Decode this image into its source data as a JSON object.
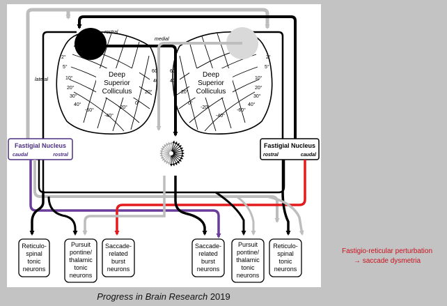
{
  "figure": {
    "left_colliculus": {
      "title_lines": [
        "Deep",
        "Superior",
        "Colliculus"
      ],
      "label_rostral": "rostral",
      "label_lateral": "lateral",
      "ticks_top": [
        "2°",
        "5°",
        "10°",
        "20°",
        "30°",
        "40°"
      ],
      "ticks_right": [
        "60°",
        "40°",
        "20°",
        "0°",
        "-20°",
        "-40°",
        "-60°"
      ]
    },
    "right_colliculus": {
      "title_lines": [
        "Deep",
        "Superior",
        "Colliculus"
      ],
      "label_medial": "medial",
      "ticks_top": [
        "2°",
        "5°",
        "10°",
        "20°",
        "30°",
        "40°"
      ],
      "ticks_left": [
        "60°",
        "40°",
        "20°",
        "0°",
        "-20°",
        "-40°",
        "-60°"
      ]
    },
    "left_fastigial": {
      "title": "Fastigial Nucleus",
      "left": "caudal",
      "right": "rostral"
    },
    "right_fastigial": {
      "title": "Fastigial Nucleus",
      "left": "rostral",
      "right": "caudal"
    },
    "neuron_boxes": [
      {
        "lines": [
          "Reticulo-",
          "spinal",
          "tonic",
          "neurons"
        ]
      },
      {
        "lines": [
          "Pursuit",
          "pontine/",
          "thalamic",
          "tonic",
          "neurons"
        ]
      },
      {
        "lines": [
          "Saccade-",
          "related",
          "burst",
          "neurons"
        ]
      },
      {
        "lines": [
          "Saccade-",
          "related",
          "burst",
          "neurons"
        ]
      },
      {
        "lines": [
          "Pursuit",
          "pontine/",
          "thalamic",
          "tonic",
          "neurons"
        ]
      },
      {
        "lines": [
          "Reticulo-",
          "spinal",
          "tonic",
          "neurons"
        ]
      }
    ]
  },
  "caption": {
    "journal": "Progress in Brain Research",
    "year": "2019"
  },
  "side_note": {
    "line1": "Fastigio-reticular perturbation",
    "line2": "→ saccade dysmetria"
  },
  "colors": {
    "black_pathway": "#000000",
    "gray_pathway": "#bdbdbd",
    "purple_pathway": "#6a3d9a",
    "red_pathway": "#e41a1c",
    "fastigial_text": "#4b2e83",
    "side_note": "#c8121e"
  }
}
